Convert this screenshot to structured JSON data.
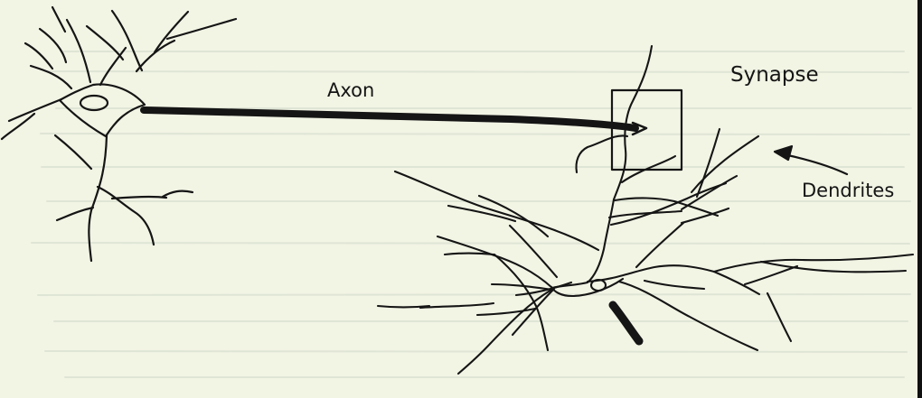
{
  "labels": {
    "axon": "Axon",
    "synapse": "Synapse",
    "dendrites": "Dendrites"
  },
  "colors": {
    "background": "#f2f4e4",
    "ink": "#151515",
    "faint_text": "#dfe5d5"
  }
}
